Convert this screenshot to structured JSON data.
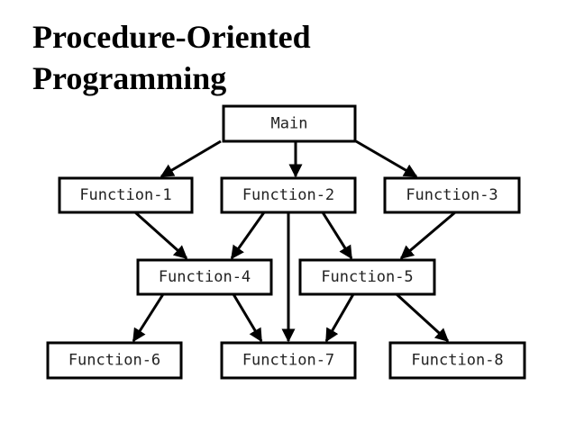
{
  "slide": {
    "title_line1": "Procedure-Oriented",
    "title_line2": "Programming"
  },
  "diagram": {
    "nodes": [
      {
        "id": "main",
        "label": "Main"
      },
      {
        "id": "f1",
        "label": "Function-1"
      },
      {
        "id": "f2",
        "label": "Function-2"
      },
      {
        "id": "f3",
        "label": "Function-3"
      },
      {
        "id": "f4",
        "label": "Function-4"
      },
      {
        "id": "f5",
        "label": "Function-5"
      },
      {
        "id": "f6",
        "label": "Function-6"
      },
      {
        "id": "f7",
        "label": "Function-7"
      },
      {
        "id": "f8",
        "label": "Function-8"
      }
    ],
    "edges": [
      {
        "from": "main",
        "to": "f1"
      },
      {
        "from": "main",
        "to": "f2"
      },
      {
        "from": "main",
        "to": "f3"
      },
      {
        "from": "f1",
        "to": "f4"
      },
      {
        "from": "f2",
        "to": "f4"
      },
      {
        "from": "f2",
        "to": "f7"
      },
      {
        "from": "f2",
        "to": "f5"
      },
      {
        "from": "f3",
        "to": "f5"
      },
      {
        "from": "f4",
        "to": "f6"
      },
      {
        "from": "f4",
        "to": "f7"
      },
      {
        "from": "f5",
        "to": "f7"
      },
      {
        "from": "f5",
        "to": "f8"
      }
    ]
  }
}
